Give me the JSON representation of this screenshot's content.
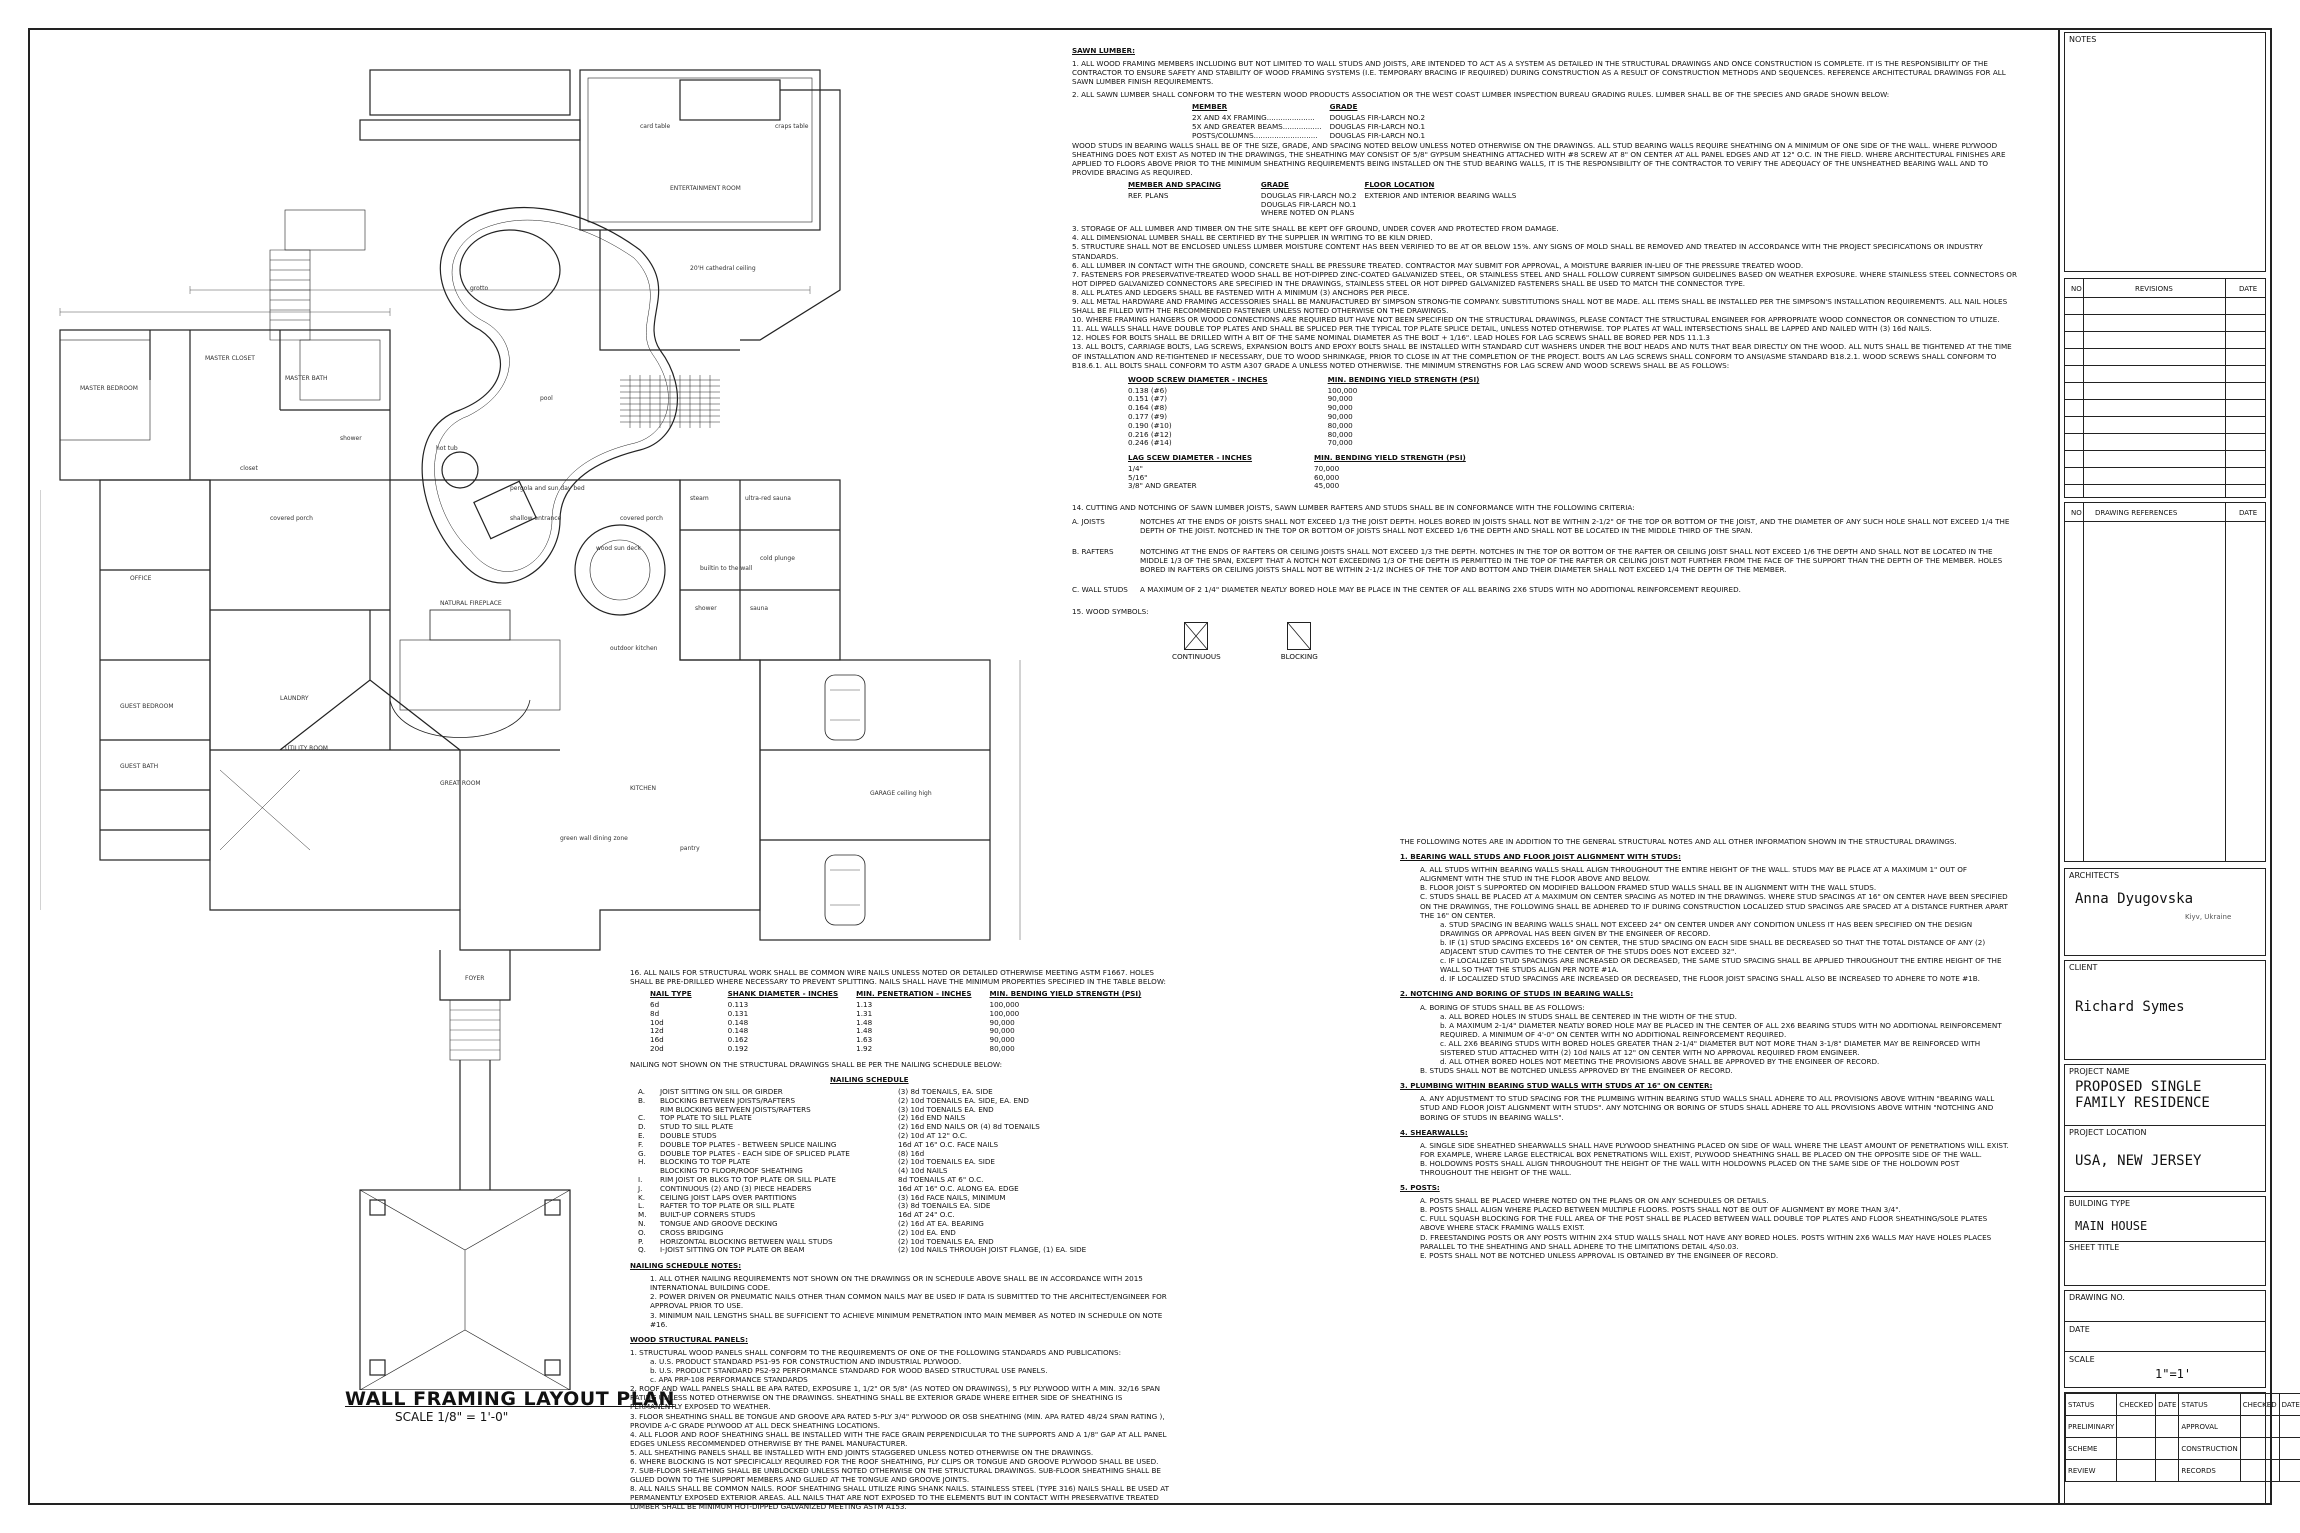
{
  "plan": {
    "title": "WALL FRAMING LAYOUT PLAN",
    "scale": "SCALE 1/8\" = 1'-0\"",
    "rooms": {
      "card_table": "card table",
      "craps_table": "craps table",
      "entertainment": "ENTERTAINMENT ROOM",
      "grotto": "grotto",
      "master_closet": "MASTER CLOSET",
      "master_bath": "MASTER BATH",
      "master_bedroom": "MASTER BEDROOM",
      "shower": "shower",
      "pool": "pool",
      "hot_tub": "hot tub",
      "pergola": "pergola and sun day bed",
      "shallow": "shallow entrance",
      "wood_sun": "wood sun deck",
      "covered_porch": "covered porch",
      "covered_porch2": "covered porch",
      "closet": "closet",
      "outdoor_kitchen": "outdoor kitchen",
      "natural_fireplace": "NATURAL FIREPLACE",
      "office": "OFFICE",
      "guest_bedroom": "GUEST BEDROOM",
      "guest_bath": "GUEST BATH",
      "utility": "UTILITY ROOM",
      "laundry": "LAUNDRY",
      "great_room": "GREAT ROOM",
      "kitchen": "KITCHEN",
      "pantry": "pantry",
      "green_wall": "green wall dining zone",
      "foyer": "FOYER",
      "garage": "GARAGE ceiling high",
      "cathedral": "20'H cathedral ceiling",
      "steam": "steam",
      "ultra_red": "ultra-red sauna",
      "shower2": "shower",
      "sauna": "sauna",
      "cold_plunge": "cold plunge",
      "builtin": "builtin to the wall"
    }
  },
  "notes": {
    "sawn_title": "SAWN LUMBER:",
    "s1": "1. ALL WOOD FRAMING MEMBERS INCLUDING BUT NOT LIMITED TO WALL STUDS AND JOISTS, ARE INTENDED TO ACT AS A SYSTEM AS DETAILED IN THE STRUCTURAL DRAWINGS AND ONCE CONSTRUCTION IS COMPLETE. IT IS THE RESPONSIBILITY OF THE CONTRACTOR TO ENSURE SAFETY AND STABILITY OF WOOD FRAMING SYSTEMS (I.E. TEMPORARY BRACING IF REQUIRED) DURING CONSTRUCTION AS A RESULT OF CONSTRUCTION METHODS AND SEQUENCES. REFERENCE ARCHITECTURAL DRAWINGS FOR ALL SAWN LUMBER FINISH REQUIREMENTS.",
    "s2": "2. ALL SAWN LUMBER SHALL CONFORM TO THE WESTERN WOOD PRODUCTS ASSOCIATION OR THE WEST COAST LUMBER INSPECTION BUREAU GRADING RULES. LUMBER SHALL BE OF THE SPECIES AND GRADE SHOWN BELOW:",
    "grade_hdr_member": "MEMBER",
    "grade_hdr_grade": "GRADE",
    "grade_rows": [
      [
        "2X AND 4X FRAMING.....................",
        "DOUGLAS FIR-LARCH NO.2"
      ],
      [
        "5X AND GREATER BEAMS.................",
        "DOUGLAS FIR-LARCH NO.1"
      ],
      [
        "POSTS/COLUMNS............................",
        "DOUGLAS FIR-LARCH NO.1"
      ]
    ],
    "studs": "WOOD STUDS IN BEARING WALLS SHALL BE OF THE SIZE, GRADE, AND SPACING NOTED BELOW UNLESS NOTED OTHERWISE ON THE DRAWINGS. ALL STUD BEARING WALLS REQUIRE SHEATHING ON A MINIMUM OF ONE SIDE OF THE WALL. WHERE PLYWOOD SHEATHING DOES NOT EXIST AS NOTED IN THE DRAWINGS, THE SHEATHING MAY CONSIST OF 5/8\" GYPSUM SHEATHING ATTACHED WITH #8 SCREW AT 8\" ON CENTER AT ALL PANEL EDGES AND AT 12\" O.C. IN THE FIELD. WHERE ARCHITECTURAL FINISHES ARE APPLIED TO FLOORS ABOVE PRIOR TO THE MINIMUM SHEATHING REQUIREMENTS BEING INSTALLED ON THE STUD BEARING WALLS, IT IS THE RESPONSIBILITY OF THE CONTRACTOR TO VERIFY THE ADEQUACY OF THE UNSHEATHED BEARING WALL AND TO PROVIDE BRACING AS REQUIRED.",
    "ms_hdr": [
      "MEMBER AND SPACING",
      "GRADE",
      "FLOOR LOCATION"
    ],
    "ms_row": [
      "REF. PLANS",
      "DOUGLAS FIR-LARCH NO.2\nDOUGLAS FIR-LARCH NO.1\nWHERE NOTED ON PLANS",
      "EXTERIOR AND INTERIOR BEARING WALLS"
    ],
    "s3": "3. STORAGE OF ALL LUMBER AND TIMBER ON THE SITE SHALL BE KEPT OFF GROUND, UNDER COVER AND PROTECTED FROM DAMAGE.",
    "s4": "4. ALL DIMENSIONAL LUMBER SHALL BE CERTIFIED BY THE SUPPLIER IN WRITING TO BE KILN DRIED.",
    "s5": "5. STRUCTURE SHALL NOT BE ENCLOSED UNLESS LUMBER MOISTURE CONTENT HAS BEEN VERIFIED TO BE AT OR BELOW 15%. ANY SIGNS OF MOLD SHALL BE REMOVED AND TREATED IN ACCORDANCE WITH THE PROJECT SPECIFICATIONS OR INDUSTRY STANDARDS.",
    "s6": "6. ALL LUMBER IN CONTACT WITH THE GROUND, CONCRETE SHALL BE PRESSURE TREATED. CONTRACTOR MAY SUBMIT FOR APPROVAL, A MOISTURE BARRIER IN-LIEU OF THE PRESSURE TREATED WOOD.",
    "s7": "7. FASTENERS FOR PRESERVATIVE-TREATED WOOD SHALL BE HOT-DIPPED ZINC-COATED GALVANIZED STEEL, OR STAINLESS STEEL AND SHALL FOLLOW CURRENT SIMPSON GUIDELINES BASED ON WEATHER EXPOSURE. WHERE STAINLESS STEEL CONNECTORS OR HOT DIPPED GALVANIZED CONNECTORS ARE SPECIFIED IN THE DRAWINGS, STAINLESS STEEL OR HOT DIPPED GALVANIZED FASTENERS SHALL BE USED TO MATCH THE CONNECTOR TYPE.",
    "s8": "8. ALL PLATES AND LEDGERS SHALL BE FASTENED WITH A MINIMUM (3) ANCHORS PER PIECE.",
    "s9": "9. ALL METAL HARDWARE AND FRAMING ACCESSORIES SHALL BE MANUFACTURED BY SIMPSON STRONG-TIE COMPANY. SUBSTITUTIONS SHALL NOT BE MADE. ALL ITEMS SHALL BE INSTALLED PER THE SIMPSON'S INSTALLATION REQUIREMENTS. ALL NAIL HOLES SHALL BE FILLED WITH THE RECOMMENDED FASTENER UNLESS NOTED OTHERWISE ON THE DRAWINGS.",
    "s10": "10. WHERE FRAMING HANGERS OR WOOD CONNECTIONS ARE REQUIRED BUT HAVE NOT BEEN SPECIFIED ON THE STRUCTURAL DRAWINGS, PLEASE CONTACT THE STRUCTURAL ENGINEER FOR APPROPRIATE WOOD CONNECTOR OR CONNECTION TO UTILIZE.",
    "s11": "11. ALL WALLS SHALL HAVE DOUBLE TOP PLATES AND SHALL BE SPLICED PER THE TYPICAL TOP PLATE SPLICE DETAIL, UNLESS NOTED OTHERWISE. TOP PLATES AT WALL INTERSECTIONS SHALL BE LAPPED AND NAILED WITH (3) 16d NAILS.",
    "s12": "12. HOLES FOR BOLTS SHALL BE DRILLED WITH A BIT OF THE SAME NOMINAL DIAMETER AS THE BOLT + 1/16\". LEAD HOLES FOR LAG SCREWS SHALL BE BORED PER NDS 11.1.3",
    "s13": "13. ALL BOLTS, CARRIAGE BOLTS, LAG SCREWS, EXPANSION BOLTS AND EPOXY BOLTS SHALL BE INSTALLED WITH STANDARD CUT WASHERS UNDER THE BOLT HEADS AND NUTS THAT BEAR DIRECTLY ON THE WOOD. ALL NUTS SHALL BE TIGHTENED AT THE TIME OF INSTALLATION AND RE-TIGHTENED IF NECESSARY, DUE TO WOOD SHRINKAGE, PRIOR TO CLOSE IN AT THE COMPLETION OF THE PROJECT. BOLTS AN LAG SCREWS SHALL CONFORM TO ANSI/ASME STANDARD B18.2.1. WOOD SCREWS SHALL CONFORM TO B18.6.1. ALL BOLTS SHALL CONFORM TO ASTM A307 GRADE A UNLESS NOTED OTHERWISE. THE MINIMUM STRENGTHS FOR LAG SCREW AND WOOD SCREWS SHALL BE AS FOLLOWS:",
    "ws_hdr": [
      "WOOD SCREW DIAMETER - INCHES",
      "MIN. BENDING YIELD STRENGTH (PSI)"
    ],
    "ws_rows": [
      [
        "0.138 (#6)",
        "100,000"
      ],
      [
        "0.151 (#7)",
        "90,000"
      ],
      [
        "0.164 (#8)",
        "90,000"
      ],
      [
        "0.177 (#9)",
        "90,000"
      ],
      [
        "0.190 (#10)",
        "80,000"
      ],
      [
        "0.216 (#12)",
        "80,000"
      ],
      [
        "0.246 (#14)",
        "70,000"
      ]
    ],
    "ls_hdr": [
      "LAG SCEW DIAMETER - INCHES",
      "MIN. BENDING YIELD STRENGTH (PSI)"
    ],
    "ls_rows": [
      [
        "1/4\"",
        "70,000"
      ],
      [
        "5/16\"",
        "60,000"
      ],
      [
        "3/8\" AND GREATER",
        "45,000"
      ]
    ],
    "s14": "14. CUTTING AND NOTCHING OF SAWN LUMBER JOISTS, SAWN LUMBER RAFTERS AND STUDS SHALL BE IN CONFORMANCE WITH THE FOLLOWING CRITERIA:",
    "s14a_l": "A. JOISTS",
    "s14a": "NOTCHES AT THE ENDS OF JOISTS SHALL NOT EXCEED 1/3 THE JOIST DEPTH. HOLES BORED IN JOISTS SHALL NOT BE WITHIN 2-1/2\" OF THE TOP OR BOTTOM OF THE JOIST, AND THE DIAMETER OF ANY SUCH HOLE SHALL NOT EXCEED 1/4 THE DEPTH OF THE JOIST. NOTCHED IN THE TOP OR BOTTOM OF JOISTS SHALL NOT EXCEED 1/6 THE DEPTH AND SHALL NOT BE LOCATED IN THE MIDDLE THIRD OF THE SPAN.",
    "s14b_l": "B. RAFTERS",
    "s14b": "NOTCHING AT THE ENDS OF RAFTERS OR CEILING JOISTS SHALL NOT EXCEED 1/3 THE DEPTH. NOTCHES IN THE TOP OR BOTTOM OF THE RAFTER OR CEILING JOIST SHALL NOT EXCEED 1/6 THE DEPTH AND SHALL NOT BE LOCATED IN THE MIDDLE 1/3 OF THE SPAN, EXCEPT THAT A NOTCH NOT EXCEEDING 1/3 OF THE DEPTH IS PERMITTED IN THE TOP OF THE RAFTER OR CEILING JOIST NOT FURTHER FROM THE FACE OF THE SUPPORT THAN THE DEPTH OF THE MEMBER. HOLES BORED IN RAFTERS OR CEILING JOISTS SHALL NOT BE WITHIN 2-1/2 INCHES OF THE TOP AND BOTTOM AND THEIR DIAMETER SHALL NOT EXCEED 1/4 THE DEPTH OF THE MEMBER.",
    "s14c_l": "C. WALL STUDS",
    "s14c": "A MAXIMUM OF 2 1/4\" DIAMETER NEATLY BORED HOLE MAY BE PLACE IN THE CENTER OF ALL BEARING 2X6 STUDS WITH NO ADDITIONAL REINFORCEMENT REQUIRED.",
    "s15": "15. WOOD SYMBOLS:",
    "sym_cont": "CONTINUOUS",
    "sym_block": "BLOCKING",
    "s16": "16. ALL NAILS FOR STRUCTURAL WORK SHALL BE COMMON WIRE NAILS UNLESS NOTED OR DETAILED OTHERWISE MEETING ASTM F1667. HOLES SHALL BE PRE-DRILLED WHERE NECESSARY TO PREVENT SPLITTING. NAILS SHALL HAVE THE MINIMUM PROPERTIES SPECIFIED IN THE TABLE BELOW:",
    "nail_hdr": [
      "NAIL TYPE",
      "SHANK DIAMETER - INCHES",
      "MIN. PENETRATION - INCHES",
      "MIN. BENDING YIELD STRENGTH (PSI)"
    ],
    "nail_rows": [
      [
        "6d",
        "0.113",
        "1.13",
        "100,000"
      ],
      [
        "8d",
        "0.131",
        "1.31",
        "100,000"
      ],
      [
        "10d",
        "0.148",
        "1.48",
        "90,000"
      ],
      [
        "12d",
        "0.148",
        "1.48",
        "90,000"
      ],
      [
        "16d",
        "0.162",
        "1.63",
        "90,000"
      ],
      [
        "20d",
        "0.192",
        "1.92",
        "80,000"
      ]
    ],
    "nailing_intro": "NAILING NOT SHOWN ON THE STRUCTURAL DRAWINGS SHALL BE PER THE NAILING SCHEDULE BELOW:",
    "nailing_title": "NAILING SCHEDULE",
    "nailing_rows": [
      [
        "A.",
        "JOIST SITTING ON SILL OR GIRDER",
        "(3) 8d TOENAILS, EA. SIDE"
      ],
      [
        "B.",
        "BLOCKING BETWEEN JOISTS/RAFTERS",
        "(2) 10d TOENAILS EA. SIDE, EA. END"
      ],
      [
        "",
        "RIM BLOCKING BETWEEN JOISTS/RAFTERS",
        "(3) 10d TOENAILS EA. END"
      ],
      [
        "C.",
        "TOP PLATE TO SILL PLATE",
        "(2) 16d END NAILS"
      ],
      [
        "D.",
        "STUD TO SILL PLATE",
        "(2) 16d END NAILS OR (4) 8d TOENAILS"
      ],
      [
        "E.",
        "DOUBLE STUDS",
        "(2) 10d AT 12\" O.C."
      ],
      [
        "F.",
        "DOUBLE TOP PLATES - BETWEEN SPLICE NAILING",
        "16d AT 16\" O.C. FACE NAILS"
      ],
      [
        "G.",
        "DOUBLE TOP PLATES - EACH SIDE OF SPLICED PLATE",
        "(8) 16d"
      ],
      [
        "H.",
        "BLOCKING TO TOP PLATE",
        "(2) 10d TOENAILS EA. SIDE"
      ],
      [
        "",
        "BLOCKING TO FLOOR/ROOF SHEATHING",
        "(4) 10d NAILS"
      ],
      [
        "I.",
        "RIM JOIST OR BLKG TO TOP PLATE OR SILL PLATE",
        "8d TOENAILS AT 6\" O.C."
      ],
      [
        "J.",
        "CONTINUOUS (2) AND (3) PIECE HEADERS",
        "16d AT 16\" O.C. ALONG EA. EDGE"
      ],
      [
        "K.",
        "CEILING JOIST LAPS OVER PARTITIONS",
        "(3) 16d FACE NAILS, MINIMUM"
      ],
      [
        "L.",
        "RAFTER TO TOP PLATE OR SILL PLATE",
        "(3) 8d TOENAILS EA. SIDE"
      ],
      [
        "M.",
        "BUILT-UP CORNERS STUDS",
        "16d AT 24\" O.C."
      ],
      [
        "N.",
        "TONGUE AND GROOVE DECKING",
        "(2) 16d AT EA. BEARING"
      ],
      [
        "O.",
        "CROSS BRIDGING",
        "(2) 10d EA. END"
      ],
      [
        "P.",
        "HORIZONTAL BLOCKING BETWEEN WALL STUDS",
        "(2) 10d TOENAILS EA. END"
      ],
      [
        "Q.",
        "I-JOIST SITTING ON TOP PLATE OR BEAM",
        "(2) 10d NAILS THROUGH JOIST FLANGE, (1) EA. SIDE"
      ]
    ],
    "nsn_title": "NAILING SCHEDULE NOTES:",
    "nsn": [
      "1. ALL OTHER NAILING REQUIREMENTS NOT SHOWN ON THE DRAWINGS OR IN SCHEDULE ABOVE SHALL BE IN ACCORDANCE WITH 2015 INTERNATIONAL BUILDING CODE.",
      "2. POWER DRIVEN OR PNEUMATIC NAILS OTHER THAN COMMON NAILS MAY BE USED IF DATA IS SUBMITTED TO THE ARCHITECT/ENGINEER FOR APPROVAL PRIOR TO USE.",
      "3. MINIMUM NAIL LENGTHS SHALL BE SUFFICIENT TO ACHIEVE MINIMUM PENETRATION INTO MAIN MEMBER AS NOTED IN SCHEDULE ON NOTE #16."
    ],
    "wsp_title": "WOOD STRUCTURAL PANELS:",
    "wsp": [
      "1. STRUCTURAL WOOD PANELS SHALL CONFORM TO THE REQUIREMENTS OF ONE OF THE FOLLOWING STANDARDS AND PUBLICATIONS:",
      "a. U.S. PRODUCT STANDARD PS1-95 FOR CONSTRUCTION AND INDUSTRIAL PLYWOOD.",
      "b. U.S. PRODUCT STANDARD PS2-92 PERFORMANCE STANDARD FOR WOOD BASED STRUCTURAL USE PANELS.",
      "c. APA PRP-108 PERFORMANCE STANDARDS",
      "2. ROOF AND WALL PANELS SHALL BE APA RATED, EXPOSURE 1, 1/2\" OR 5/8\" (AS NOTED ON DRAWINGS), 5 PLY PLYWOOD WITH A MIN. 32/16 SPAN RATING UNLESS NOTED OTHERWISE ON THE DRAWINGS. SHEATHING SHALL BE EXTERIOR GRADE WHERE EITHER SIDE OF SHEATHING IS PERMANENTLY EXPOSED TO WEATHER.",
      "3. FLOOR SHEATHING SHALL BE TONGUE AND GROOVE APA RATED 5-PLY 3/4\" PLYWOOD OR OSB SHEATHING (MIN. APA RATED 48/24 SPAN RATING ), PROVIDE A-C GRADE PLYWOOD AT ALL DECK SHEATHING LOCATIONS.",
      "4. ALL FLOOR AND ROOF SHEATHING SHALL BE INSTALLED WITH THE FACE GRAIN PERPENDICULAR TO THE SUPPORTS AND A 1/8\" GAP AT ALL PANEL EDGES UNLESS RECOMMENDED OTHERWISE BY THE PANEL MANUFACTURER.",
      "5. ALL SHEATHING PANELS SHALL BE INSTALLED WITH END JOINTS STAGGERED UNLESS NOTED OTHERWISE ON THE DRAWINGS.",
      "6. WHERE BLOCKING IS NOT SPECIFICALLY REQUIRED FOR THE ROOF SHEATHING, PLY CLIPS OR TONGUE AND GROOVE PLYWOOD SHALL BE USED.",
      "7. SUB-FLOOR SHEATHING SHALL BE UNBLOCKED UNLESS NOTED OTHERWISE ON THE STRUCTURAL DRAWINGS. SUB-FLOOR SHEATHING SHALL BE GLUED DOWN TO THE SUPPORT MEMBERS AND GLUED AT THE TONGUE AND GROOVE JOINTS.",
      "8. ALL NAILS SHALL BE COMMON NAILS. ROOF SHEATHING SHALL UTILIZE RING SHANK NAILS. STAINLESS STEEL (TYPE 316) NAILS SHALL BE USED AT PERMANENTLY EXPOSED EXTERIOR AREAS. ALL NAILS THAT ARE NOT EXPOSED TO THE ELEMENTS BUT IN CONTACT WITH PRESERVATIVE TREATED LUMBER SHALL BE MINIMUM HOT-DIPPED GALVANIZED MEETING ASTM A153."
    ],
    "add_intro": "THE FOLLOWING NOTES ARE IN ADDITION TO THE GENERAL STRUCTURAL NOTES AND ALL OTHER INFORMATION SHOWN IN THE STRUCTURAL DRAWINGS.",
    "a1_title": "1. BEARING WALL STUDS AND FLOOR JOIST ALIGNMENT WITH STUDS:",
    "a1": [
      "A. ALL STUDS WITHIN BEARING WALLS SHALL ALIGN THROUGHOUT THE ENTIRE HEIGHT OF THE WALL. STUDS MAY BE PLACE AT A MAXIMUM 1\" OUT OF ALIGNMENT WITH THE STUD IN THE FLOOR ABOVE AND BELOW.",
      "B. FLOOR JOIST S SUPPORTED ON MODIFIED BALLOON FRAMED STUD WALLS SHALL BE IN ALIGNMENT WITH THE WALL STUDS.",
      "C. STUDS SHALL BE PLACED AT A MAXIMUM ON CENTER SPACING AS NOTED IN THE DRAWINGS. WHERE STUD SPACINGS AT 16\" ON CENTER HAVE BEEN SPECIFIED ON THE DRAWINGS, THE FOLLOWING SHALL BE ADHERED TO IF DURING CONSTRUCTION LOCALIZED STUD SPACINGS ARE SPACED AT A DISTANCE FURTHER APART THE 16\" ON CENTER.",
      "a. STUD SPACING IN BEARING WALLS SHALL NOT EXCEED 24\" ON CENTER UNDER ANY CONDITION UNLESS IT HAS BEEN SPECIFIED ON THE DESIGN DRAWINGS OR APPROVAL HAS BEEN GIVEN BY THE ENGINEER OF RECORD.",
      "b. IF (1) STUD SPACING EXCEEDS 16\" ON CENTER, THE STUD SPACING ON EACH SIDE SHALL BE DECREASED SO THAT THE TOTAL DISTANCE OF ANY (2) ADJACENT STUD CAVITIES TO THE CENTER OF THE STUDS DOES NOT EXCEED 32\".",
      "c. IF LOCALIZED STUD SPACINGS ARE INCREASED OR DECREASED, THE SAME STUD SPACING SHALL BE APPLIED THROUGHOUT THE ENTIRE HEIGHT OF THE WALL SO THAT THE STUDS ALIGN PER NOTE #1A.",
      "d. IF LOCALIZED STUD SPACINGS ARE INCREASED OR DECREASED, THE FLOOR JOIST SPACING SHALL ALSO BE INCREASED TO ADHERE TO NOTE #1B."
    ],
    "a2_title": "2. NOTCHING AND BORING OF STUDS IN BEARING WALLS:",
    "a2": [
      "A. BORING OF STUDS SHALL BE AS FOLLOWS:",
      "a. ALL BORED HOLES IN STUDS SHALL BE CENTERED IN THE WIDTH OF THE STUD.",
      "b. A MAXIMUM 2-1/4\" DIAMETER NEATLY BORED HOLE MAY BE PLACED IN THE CENTER OF ALL 2X6 BEARING STUDS WITH NO ADDITIONAL REINFORCEMENT REQUIRED. A MINIMUM OF 4'-0\" ON CENTER WITH NO ADDITIONAL REINFORCEMENT REQUIRED.",
      "c. ALL 2X6 BEARING STUDS WITH BORED HOLES GREATER THAN 2-1/4\" DIAMETER BUT NOT MORE THAN 3-1/8\" DIAMETER MAY BE REINFORCED WITH SISTERED STUD ATTACHED WITH (2) 10d NAILS AT 12\" ON CENTER WITH NO APPROVAL REQUIRED FROM ENGINEER.",
      "d. ALL OTHER BORED HOLES NOT MEETING THE PROVISIONS ABOVE SHALL BE APPROVED BY THE ENGINEER OF RECORD.",
      "B. STUDS SHALL NOT BE NOTCHED UNLESS APPROVED BY THE ENGINEER OF RECORD."
    ],
    "a3_title": "3. PLUMBING WITHIN BEARING STUD WALLS WITH STUDS AT 16\" ON CENTER:",
    "a3": "A. ANY ADJUSTMENT TO STUD SPACING FOR THE PLUMBING WITHIN BEARING STUD WALLS SHALL ADHERE TO ALL PROVISIONS ABOVE WITHIN \"BEARING WALL STUD AND FLOOR JOIST ALIGNMENT WITH STUDS\". ANY NOTCHING OR BORING OF STUDS SHALL ADHERE TO ALL PROVISIONS ABOVE WITHIN \"NOTCHING AND BORING OF STUDS IN BEARING WALLS\".",
    "a4_title": "4. SHEARWALLS:",
    "a4": [
      "A. SINGLE SIDE SHEATHED SHEARWALLS SHALL HAVE PLYWOOD SHEATHING PLACED ON SIDE OF WALL WHERE THE LEAST AMOUNT OF PENETRATIONS WILL EXIST. FOR EXAMPLE, WHERE LARGE ELECTRICAL BOX PENETRATIONS WILL EXIST, PLYWOOD SHEATHING SHALL BE PLACED ON THE OPPOSITE SIDE OF THE WALL.",
      "B. HOLDOWNS POSTS SHALL ALIGN THROUGHOUT THE HEIGHT OF THE WALL WITH HOLDOWNS PLACED ON THE SAME SIDE OF THE HOLDOWN POST THROUGHOUT THE HEIGHT OF THE WALL."
    ],
    "a5_title": "5. POSTS:",
    "a5": [
      "A. POSTS SHALL BE PLACED WHERE NOTED ON THE PLANS OR ON ANY SCHEDULES OR DETAILS.",
      "B. POSTS SHALL ALIGN WHERE PLACED BETWEEN MULTIPLE FLOORS. POSTS SHALL NOT BE OUT OF ALIGNMENT BY MORE THAN 3/4\".",
      "C. FULL SQUASH BLOCKING FOR THE FULL AREA OF THE POST SHALL BE PLACED BETWEEN WALL DOUBLE TOP PLATES AND FLOOR SHEATHING/SOLE PLATES ABOVE WHERE STACK FRAMING WALLS EXIST.",
      "D. FREESTANDING POSTS OR ANY POSTS WITHIN 2X4 STUD WALLS SHALL NOT HAVE ANY BORED HOLES. POSTS WITHIN 2X6 WALLS MAY HAVE HOLES PLACES PARALLEL TO THE SHEATHING AND SHALL ADHERE TO THE LIMITATIONS DETAIL 4/S0.03.",
      "E. POSTS SHALL NOT BE NOTCHED UNLESS APPROVAL IS OBTAINED BY THE ENGINEER OF RECORD."
    ]
  },
  "titleblock": {
    "notes": "NOTES",
    "no": "NO",
    "revisions": "REVISIONS",
    "date": "DATE",
    "drawing_refs": "DRAWING REFERENCES",
    "architects_lbl": "ARCHITECTS",
    "architect": "Anna Dyugovska",
    "architect_loc": "Kiyv, Ukraine",
    "client_lbl": "CLIENT",
    "client": "Richard Symes",
    "project_lbl": "PROJECT NAME",
    "project": "PROPOSED SINGLE FAMILY RESIDENCE",
    "location_lbl": "PROJECT LOCATION",
    "location": "USA, NEW JERSEY",
    "building_lbl": "BUILDING TYPE",
    "building": "MAIN HOUSE",
    "sheet_lbl": "SHEET TITLE",
    "drawing_no_lbl": "DRAWING NO.",
    "date_lbl": "DATE",
    "scale_lbl": "SCALE",
    "scale": "1\"=1'",
    "status_hdr": [
      "STATUS",
      "CHECKED",
      "DATE",
      "STATUS",
      "CHECKED",
      "DATE"
    ],
    "status_rows": [
      [
        "PRELIMINARY",
        "APPROVAL"
      ],
      [
        "SCHEME",
        "CONSTRUCTION"
      ],
      [
        "REVIEW",
        "RECORDS"
      ]
    ]
  }
}
